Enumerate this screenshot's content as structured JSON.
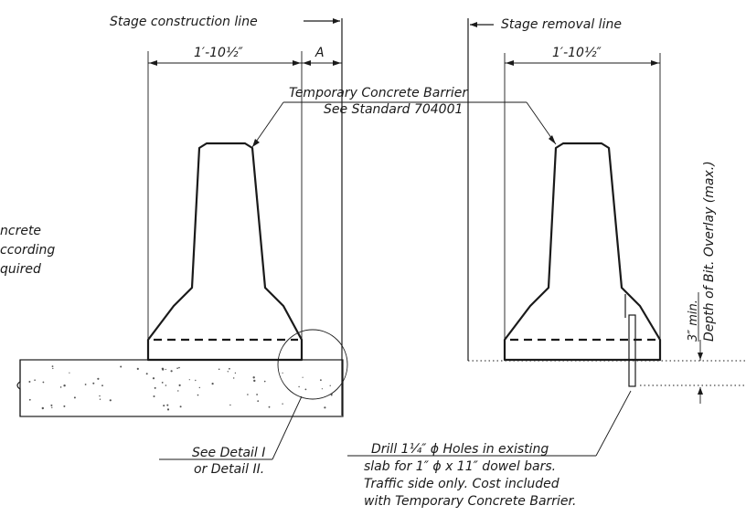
{
  "labels": {
    "stage_construction_line": "Stage construction line",
    "stage_removal_line": "Stage removal line",
    "dim_left": "1′-10½″",
    "dim_right": "1′-10½″",
    "dim_a": "A",
    "barrier_title": "Temporary Concrete Barrier",
    "barrier_standard": "See Standard 704001",
    "left_note_1": "ncrete",
    "left_note_2": "ccording",
    "left_note_3": "quired",
    "detail_1": "See Detail I",
    "detail_2": "or Detail II.",
    "drill_1": "Drill 1¼″ ϕ Holes in existing",
    "drill_2": "slab for 1″ ϕ x 11″ dowel bars.",
    "drill_3": "Traffic side only.  Cost included",
    "drill_4": "with Temporary Concrete Barrier.",
    "vertical_1": "3″ min.",
    "vertical_2": "Depth of Bit. Overlay (max.)"
  }
}
